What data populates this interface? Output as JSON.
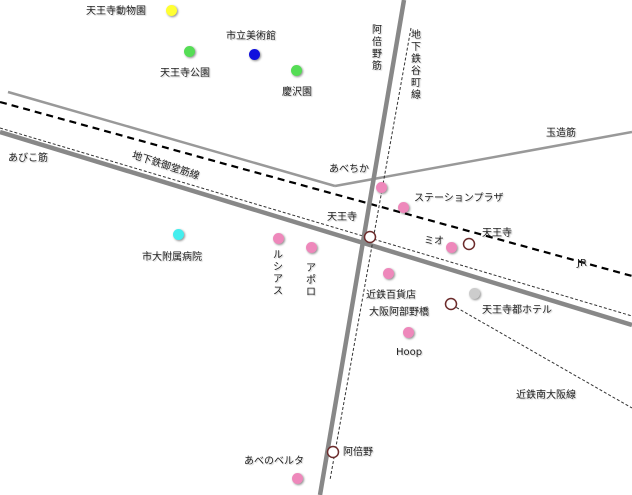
{
  "colors": {
    "background": "#ffffff",
    "main_road": "#888888",
    "avenue_road": "#999999",
    "jr_line": "#000000",
    "subway_line": "#333333",
    "station_fill": "#ffffff",
    "station_stroke": "#6b2b2b",
    "text": "#222222"
  },
  "roads": {
    "abiko": "あびこ筋",
    "abeno": "阿倍野筋",
    "tamatsukuri": "玉造筋"
  },
  "railways": {
    "jr": "JR",
    "midosuji": "地下鉄御堂筋線",
    "tanimachi": "地下鉄谷町線",
    "kintetsu_minami_osaka": "近鉄南大阪線"
  },
  "stations": {
    "tennoji_subway": "天王寺",
    "tennoji_jr": "天王寺",
    "osaka_abenobashi": "大阪阿部野橋",
    "abeno": "阿倍野"
  },
  "places": [
    {
      "id": "zoo",
      "name": "天王寺動物園",
      "color": "#ffff33"
    },
    {
      "id": "museum",
      "name": "市立美術館",
      "color": "#1111dd"
    },
    {
      "id": "park",
      "name": "天王寺公園",
      "color": "#55dd55"
    },
    {
      "id": "keitakuen",
      "name": "慶沢園",
      "color": "#55dd55"
    },
    {
      "id": "abechika",
      "name": "あべちか",
      "color": "#ee88bb"
    },
    {
      "id": "station-plaza",
      "name": "ステーションプラザ",
      "color": "#ee88bb"
    },
    {
      "id": "mio",
      "name": "ミオ",
      "color": "#ee88bb"
    },
    {
      "id": "hospital",
      "name": "市大附属病院",
      "color": "#44eeee"
    },
    {
      "id": "lucias",
      "name": "ルシアス",
      "color": "#ee88bb"
    },
    {
      "id": "apollo",
      "name": "アポロ",
      "color": "#ee88bb"
    },
    {
      "id": "kintetsu-dept",
      "name": "近鉄百貨店",
      "color": "#ee88bb"
    },
    {
      "id": "miyako-hotel",
      "name": "天王寺都ホテル",
      "color": "#cccccc"
    },
    {
      "id": "hoop",
      "name": "Hoop",
      "color": "#ee88bb"
    },
    {
      "id": "abeno-belta",
      "name": "あべのベルタ",
      "color": "#ee88bb"
    }
  ]
}
